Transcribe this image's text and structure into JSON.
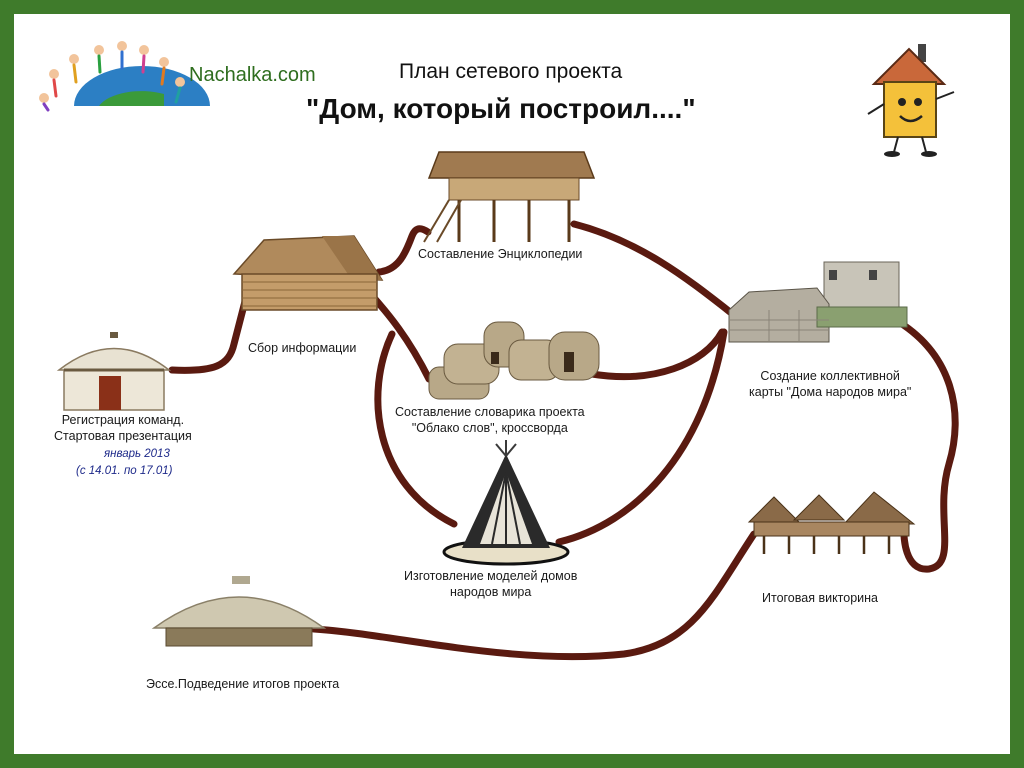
{
  "header": {
    "brand": "Nachalka.com",
    "title_line1": "План сетевого проекта",
    "title_line2": "\"Дом, который построил....\""
  },
  "stages": {
    "registration_1": "Регистрация команд.",
    "registration_2": "Стартовая презентация",
    "registration_date": "январь 2013",
    "registration_range": "(с 14.01. по 17.01)",
    "info": "Сбор информации",
    "encyclopedia": "Составление Энциклопедии",
    "dictionary_1": "Составление словарика проекта",
    "dictionary_2": "\"Облако слов\", кроссворда",
    "models_1": "Изготовление моделей домов",
    "models_2": "народов мира",
    "map_1": "Создание коллективной",
    "map_2": "карты \"Дома народов мира\"",
    "quiz": "Итоговая викторина",
    "essay": "Эссе.Подведение итогов проекта"
  },
  "colors": {
    "frame": "#3f7b2b",
    "path": "#5a1a10",
    "brand": "#2f6e1f"
  }
}
